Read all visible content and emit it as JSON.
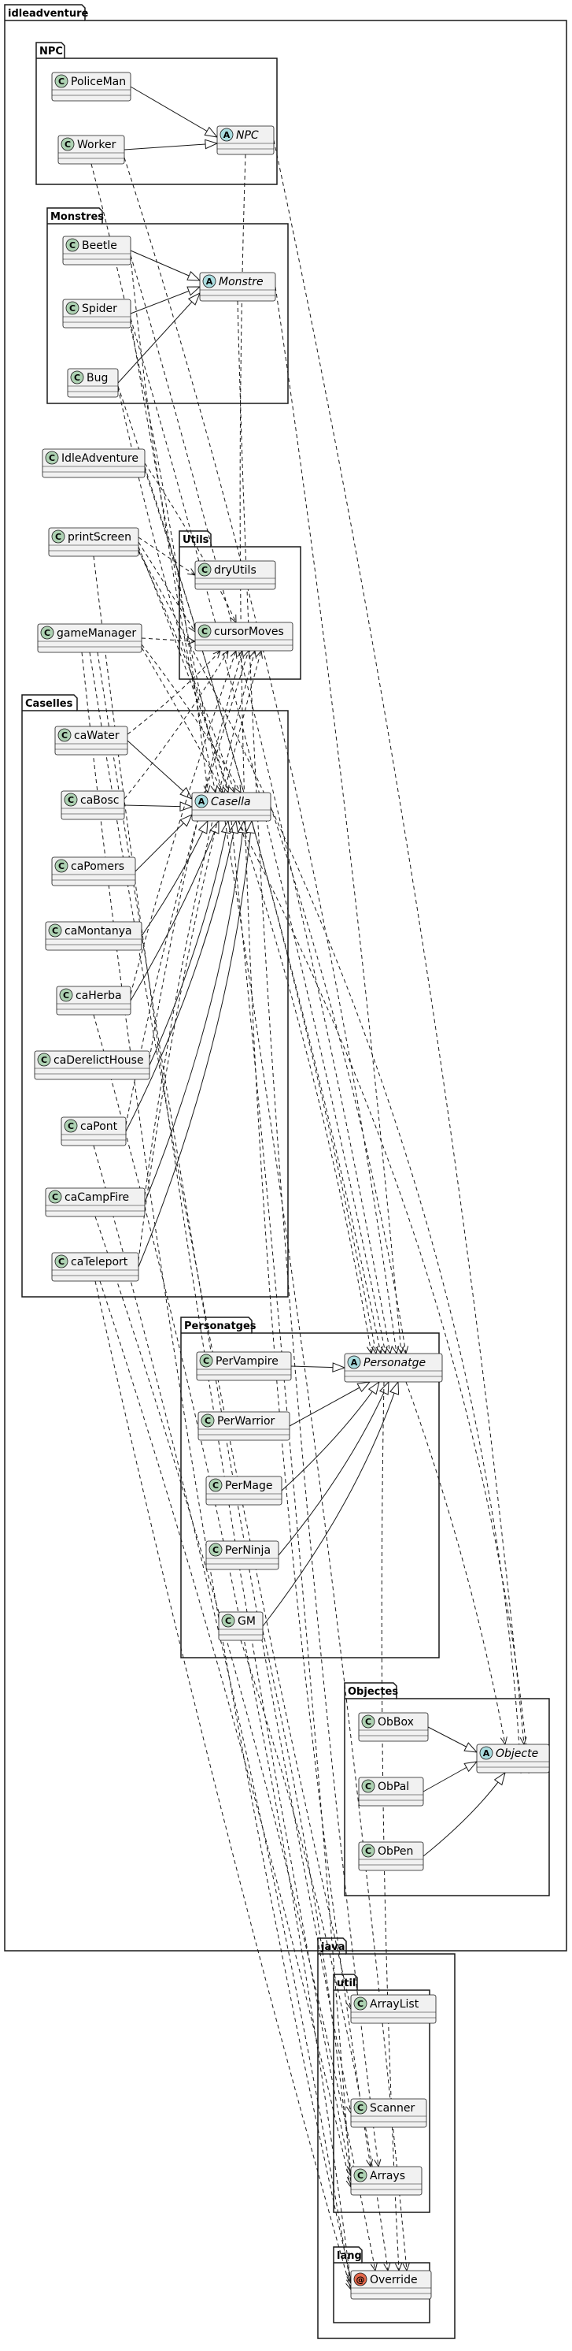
{
  "packages": {
    "root": "idleadventure",
    "npc": "NPC",
    "monstres": "Monstres",
    "utils": "Utils",
    "caselles": "Caselles",
    "personatges": "Personatges",
    "objectes": "Objectes",
    "java": "java",
    "util": "util",
    "lang": "lang"
  },
  "classes": {
    "policeman": "PoliceMan",
    "worker": "Worker",
    "npc": "NPC",
    "beetle": "Beetle",
    "spider": "Spider",
    "bug": "Bug",
    "monstre": "Monstre",
    "idleadventure": "IdleAdventure",
    "printscreen": "printScreen",
    "gamemanager": "gameManager",
    "dryutils": "dryUtils",
    "cursormoves": "cursorMoves",
    "cawater": "caWater",
    "cabosc": "caBosc",
    "capomers": "caPomers",
    "camontanya": "caMontanya",
    "caherba": "caHerba",
    "caderelicthouse": "caDerelictHouse",
    "capont": "caPont",
    "cacampfire": "caCampFire",
    "cateleport": "caTeleport",
    "casella": "Casella",
    "pervampire": "PerVampire",
    "perwarrior": "PerWarrior",
    "permage": "PerMage",
    "perninja": "PerNinja",
    "gm": "GM",
    "personatge": "Personatge",
    "obbox": "ObBox",
    "obpal": "ObPal",
    "obpen": "ObPen",
    "objecte": "Objecte",
    "arraylist": "ArrayList",
    "scanner": "Scanner",
    "arrays": "Arrays",
    "override": "Override"
  },
  "glyphs": {
    "class": "C",
    "abstract": "A",
    "annotation": "@"
  },
  "colors": {
    "class_circle": "#ADD1B2",
    "abstract_circle": "#A9DCDF",
    "annotation_circle": "#E3664A",
    "box_fill": "#F1F1F1",
    "stroke": "#181818"
  }
}
